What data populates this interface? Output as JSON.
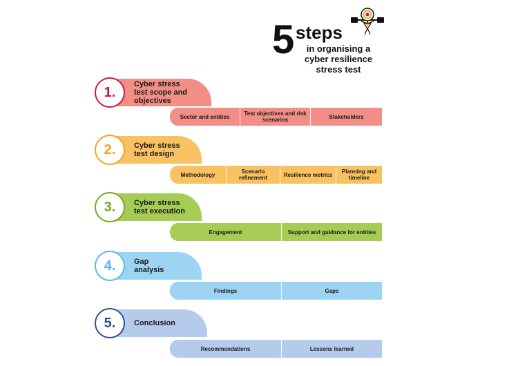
{
  "title": {
    "number": "5",
    "word": "steps",
    "subtitle_lines": [
      "in organising a",
      "cyber resilience",
      "stress test"
    ]
  },
  "steps": [
    {
      "number": "1.",
      "label_lines": [
        "Cyber stress",
        "test scope and",
        "objectives"
      ],
      "color": "#f28e86",
      "accent": "#c8193a",
      "items": [
        "Sector and entities",
        "Test objectives and risk scenarios",
        "Stakeholders"
      ]
    },
    {
      "number": "2.",
      "label_lines": [
        "Cyber stress",
        "test design"
      ],
      "color": "#f9c161",
      "accent": "#f2a41d",
      "items": [
        "Methodology",
        "Scenario refinement",
        "Resilience metrics",
        "Planning and timeline"
      ]
    },
    {
      "number": "3.",
      "label_lines": [
        "Cyber stress",
        "test execution"
      ],
      "color": "#a6cc55",
      "accent": "#76a822",
      "items": [
        "Engagement",
        "Support and guidance for entities"
      ]
    },
    {
      "number": "4.",
      "label_lines": [
        "Gap",
        "analysis"
      ],
      "color": "#9ed4f3",
      "accent": "#5bb7e8",
      "items": [
        "Findings",
        "Gaps"
      ]
    },
    {
      "number": "5.",
      "label_lines": [
        "Conclusion"
      ],
      "color": "#b5cbec",
      "accent": "#2f4f9b",
      "items": [
        "Recommendations",
        "Lessons learned"
      ]
    }
  ]
}
